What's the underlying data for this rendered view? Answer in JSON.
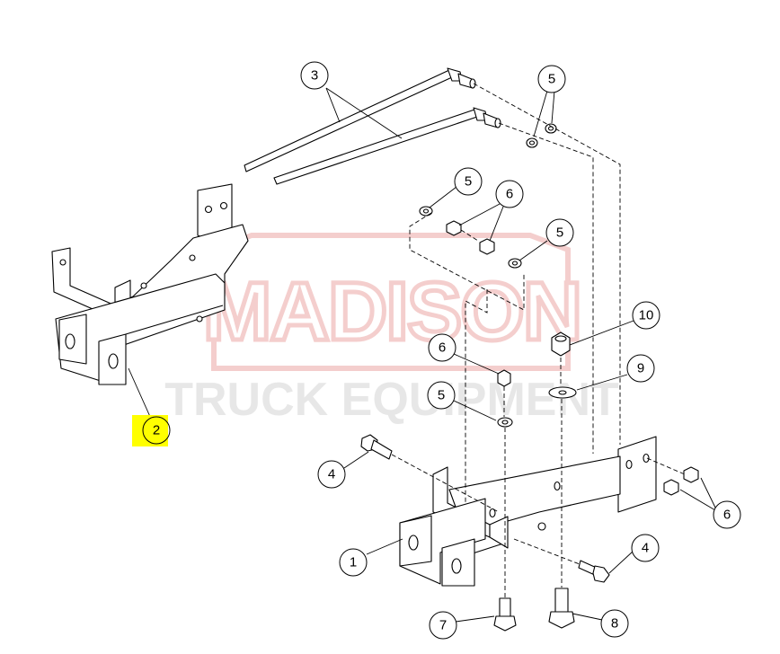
{
  "watermark": {
    "brand": "MADISON",
    "subtitle": "TRUCK EQUIPMENT",
    "brand_color": "#d9534f",
    "subtitle_color": "#9e9e9e"
  },
  "callouts": [
    {
      "id": "c3",
      "label": "3"
    },
    {
      "id": "c5a",
      "label": "5"
    },
    {
      "id": "c5b",
      "label": "5"
    },
    {
      "id": "c6a",
      "label": "6"
    },
    {
      "id": "c5c",
      "label": "5"
    },
    {
      "id": "c10",
      "label": "10"
    },
    {
      "id": "c6b",
      "label": "6"
    },
    {
      "id": "c9",
      "label": "9"
    },
    {
      "id": "c5d",
      "label": "5"
    },
    {
      "id": "c2",
      "label": "2",
      "highlight": "#ffff00"
    },
    {
      "id": "c4a",
      "label": "4"
    },
    {
      "id": "c6c",
      "label": "6"
    },
    {
      "id": "c1",
      "label": "1"
    },
    {
      "id": "c4b",
      "label": "4"
    },
    {
      "id": "c7",
      "label": "7"
    },
    {
      "id": "c8",
      "label": "8"
    }
  ]
}
